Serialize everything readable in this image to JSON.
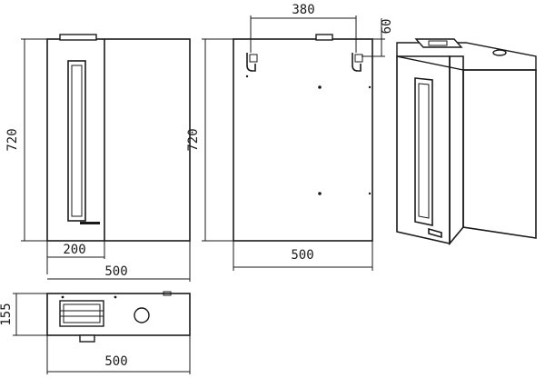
{
  "dimensions": {
    "front_height": "720",
    "front_door_width": "200",
    "front_total_width": "500",
    "back_height": "720",
    "back_total_width": "500",
    "back_hook_spacing": "380",
    "back_hook_offset": "60",
    "top_depth": "155",
    "top_width": "500"
  }
}
